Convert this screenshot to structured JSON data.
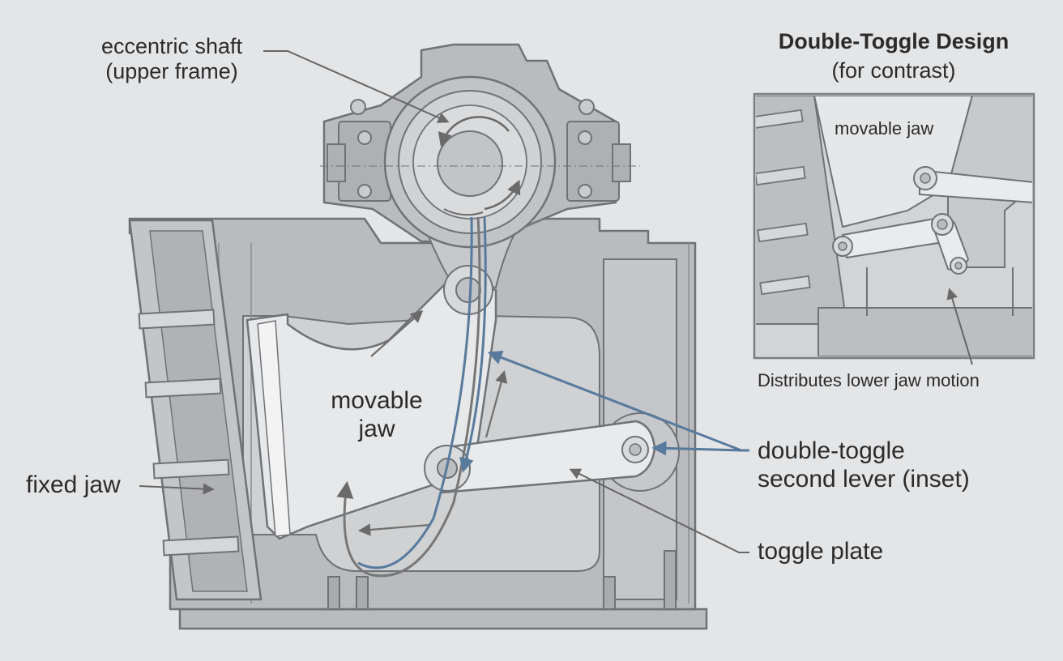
{
  "labels": {
    "eccentric_shaft": [
      "eccentric shaft",
      "(upper frame)"
    ],
    "movable_jaw": [
      "movable",
      "jaw"
    ],
    "fixed_jaw": "fixed jaw",
    "double_toggle": [
      "double-toggle",
      "second lever (inset)"
    ],
    "toggle_plate": "toggle plate"
  },
  "inset": {
    "title": "Double-Toggle Design",
    "subtitle": "(for contrast)",
    "movable_jaw": "movable jaw",
    "caption": "Distributes lower jaw motion"
  },
  "colors": {
    "background": "#e4e5e7",
    "frame_fill": "#b9bbbe",
    "frame_stroke": "#6f7276",
    "jaw_fill": "#e7e8e9",
    "accent_blue": "#587a9c",
    "arrow_gray": "#707070",
    "text": "#2b2b2b"
  }
}
